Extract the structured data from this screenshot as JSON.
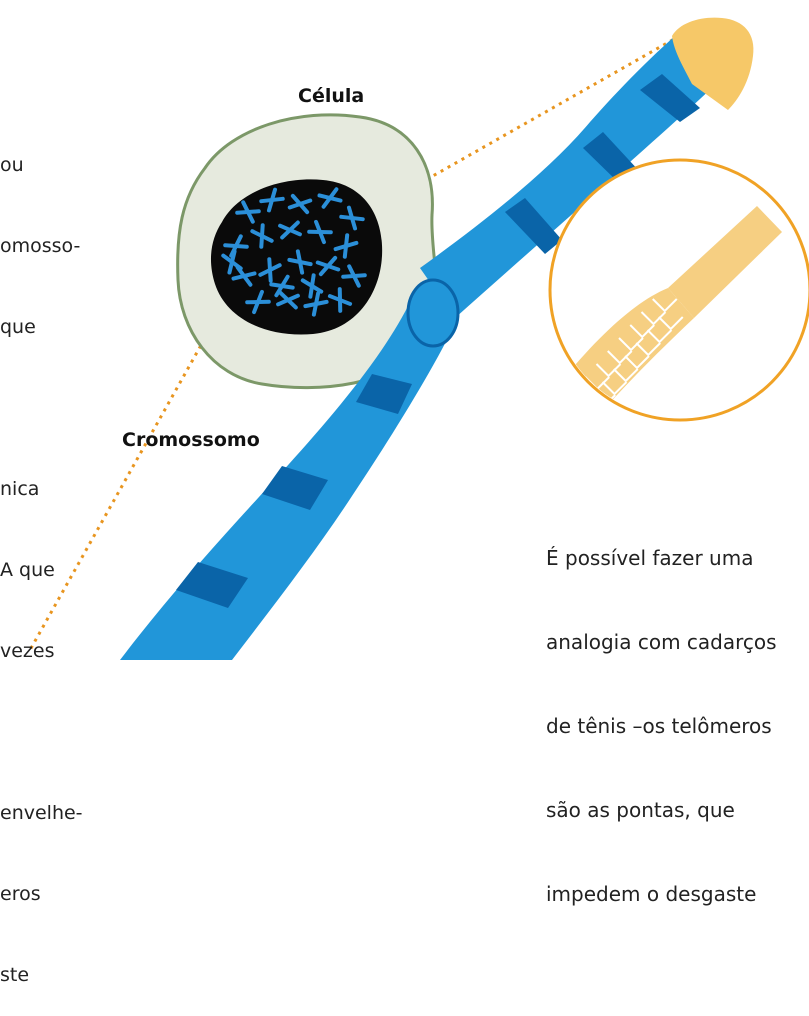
{
  "labels": {
    "cell": "Célula",
    "chromosome": "Cromossomo"
  },
  "left_text": [
    "ou",
    "omosso-",
    "que",
    "",
    "nica",
    "A que",
    "vezes",
    "",
    "envelhe-",
    "eros",
    "ste"
  ],
  "right_text": [
    "É possível fazer uma",
    "analogia com cadarços",
    "de tênis –os telômeros",
    "são as pontas, que",
    "impedem o desgaste"
  ],
  "colors": {
    "chromosome_blue": "#2196d9",
    "chromosome_dark_band": "#0a64a8",
    "telomere": "#f6c868",
    "cell_fill": "#e6eade",
    "cell_outline": "#7c9868",
    "nucleus": "#0a0a0a",
    "guide_line": "#e8951f",
    "lens_outline": "#f0a225",
    "shoelace": "#f6cf82"
  },
  "icons": [
    "cell-icon",
    "nucleus-icon",
    "chromosome-icon",
    "telomere-icon",
    "shoelace-icon"
  ]
}
